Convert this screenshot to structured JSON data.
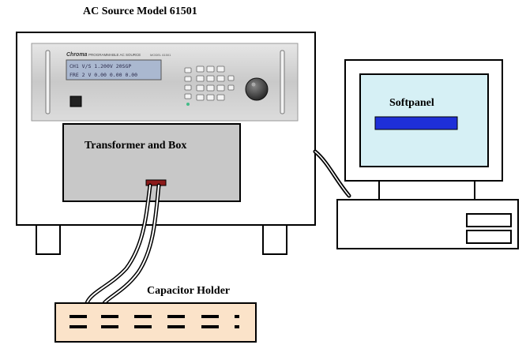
{
  "labels": {
    "ac_source": "AC Source Model 61501",
    "transformer": "Transformer and Box",
    "softpanel": "Softpanel",
    "capacitor": "Capacitor Holder"
  },
  "instrument": {
    "brand": "Chroma",
    "panel_caption": "PROGRAMMABLE AC SOURCE",
    "model_caption": "MODEL 61501",
    "lcd_line1": "CH1 V/S 1.200V  20SGP",
    "lcd_line2": "FRE 2 V 0.00  0.00  0.00"
  },
  "colors": {
    "outline": "#000000",
    "instrument_panel": "#d4d4d4",
    "lcd": "#aab8d0",
    "transformer_box": "#c8c8c8",
    "connector": "#8b1a1a",
    "capacitor_holder": "#fbe3c9",
    "monitor_screen": "#d6f0f5",
    "softpanel_bar": "#1e2fd8"
  }
}
